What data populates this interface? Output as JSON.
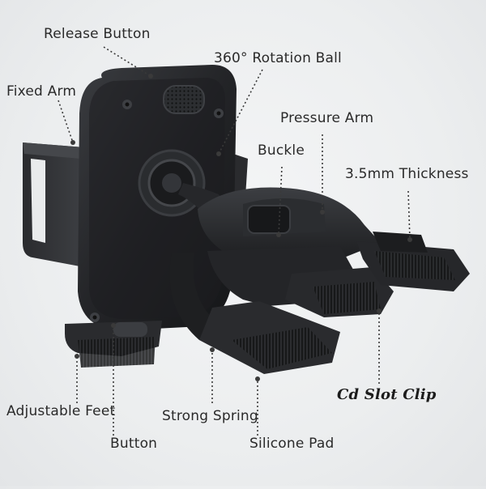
{
  "labels": {
    "release_button": "Release Button",
    "rotation_ball": "360° Rotation Ball",
    "fixed_arm": "Fixed Arm",
    "pressure_arm": "Pressure Arm",
    "buckle": "Buckle",
    "thickness": "3.5mm Thickness",
    "adjustable_feet": "Adjustable Feet",
    "strong_spring": "Strong Spring",
    "button": "Button",
    "silicone_pad": "Silicone Pad",
    "cd_slot_clip": "Cd Slot Clip"
  },
  "colors": {
    "background": "#eceeef",
    "product_dark": "#1f2022",
    "product_mid": "#2e3033",
    "product_light": "#4a4d52",
    "label_text": "#2a2a2a",
    "leader_line": "#3a3a3a"
  }
}
